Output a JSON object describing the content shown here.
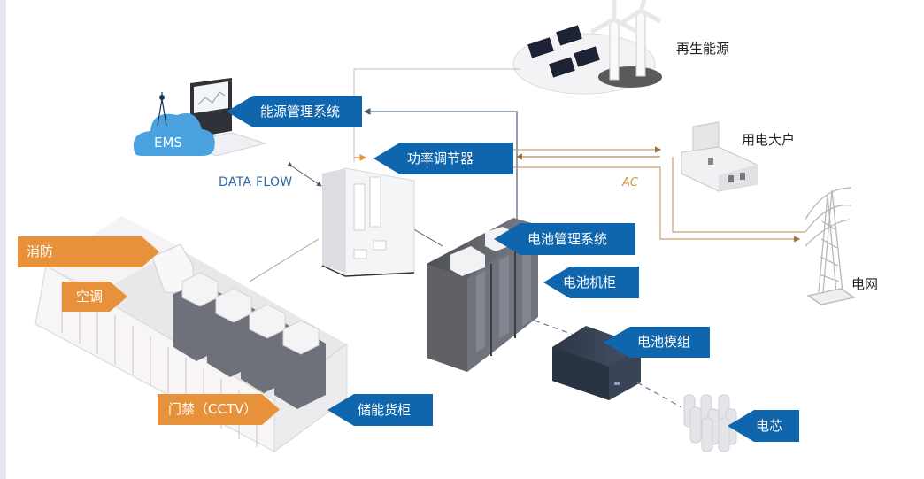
{
  "title": "储能系统结构图",
  "labels": {
    "renewable": "再生能源",
    "ems_system": "能源管理系统",
    "ems_cloud": "EMS",
    "pcs": "功率调节器",
    "data_flow": "DATA FLOW",
    "ac": "AC",
    "large_consumer": "用电大户",
    "grid": "电网",
    "fire_protection": "消防",
    "air_conditioning": "空调",
    "access_control": "门禁（CCTV）",
    "storage_container": "储能货柜",
    "bms": "电池管理系统",
    "battery_cabinet": "电池机柜",
    "battery_module": "电池模组",
    "battery_cell": "电芯"
  },
  "colors": {
    "tag_blue": "#0f66ad",
    "tag_orange": "#e8913b",
    "data_line": "#5a6f87",
    "power_line": "#c9a26a",
    "cloud": "#4aa3e0"
  }
}
